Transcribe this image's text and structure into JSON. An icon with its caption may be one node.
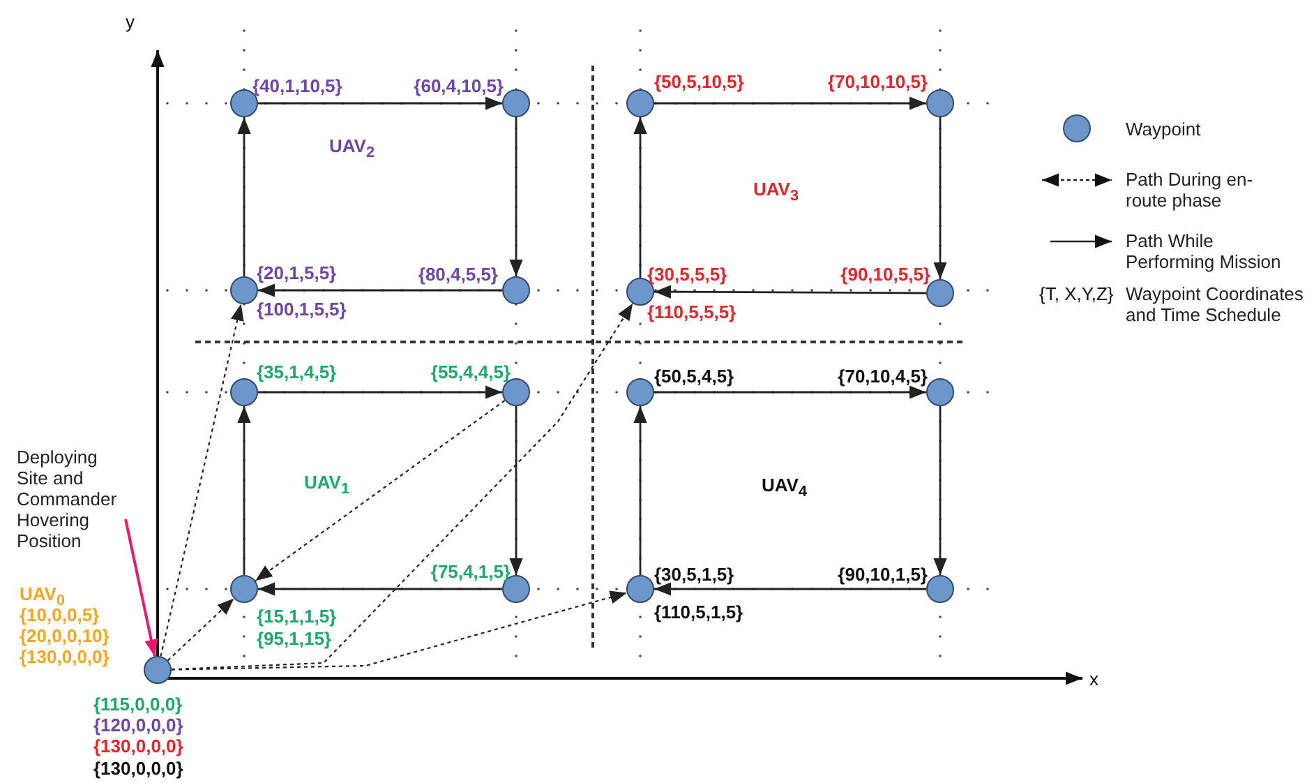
{
  "diagram": {
    "nodes": [
      {
        "text": [
          "Deploying Site and Commander Hovering Position"
        ]
      },
      {
        "text": [],
        "shape": "circle",
        "beside": [
          "UAV$_{0}$",
          "{10,0,0,5}",
          "{20,0,0,10}",
          "{130,0,0,0}",
          "{115,0,0,0}",
          "{120,0,0,0}",
          "{130,0,0,0}",
          "{130,0,0,0}"
        ]
      },
      {
        "text": [],
        "shape": "circle",
        "beside": [
          "{15,1,1,5}",
          "{95,1,15}"
        ]
      },
      {
        "text": [],
        "shape": "circle",
        "beside": [
          "{35,1,4,5}"
        ]
      },
      {
        "text": [],
        "shape": "circle",
        "beside": [
          "{55,4,4,5}"
        ]
      },
      {
        "text": [],
        "shape": "circle",
        "beside": [
          "{75,4,1,5}"
        ]
      },
      {
        "text": [],
        "shape": "circle",
        "beside": [
          "{20,1,5,5}",
          "{100,1,5,5}"
        ]
      },
      {
        "text": [],
        "shape": "circle",
        "beside": [
          "{40,1,10,5}"
        ]
      },
      {
        "text": [],
        "shape": "circle",
        "beside": [
          "{60,4,10,5}"
        ]
      },
      {
        "text": [],
        "shape": "circle",
        "beside": [
          "{80,4,5,5}"
        ]
      },
      {
        "text": [],
        "shape": "circle",
        "beside": [
          "{30,5,5,5}",
          "{110,5,5,5}"
        ]
      },
      {
        "text": [],
        "shape": "circle",
        "beside": [
          "{50,5,10,5}"
        ]
      },
      {
        "text": [],
        "shape": "circle",
        "beside": [
          "{70,10,10,5}"
        ]
      },
      {
        "text": [],
        "shape": "circle",
        "beside": [
          "{90,10,5,5}"
        ]
      },
      {
        "text": [],
        "shape": "circle",
        "beside": [
          "{30,5,1,5}",
          "{110,5,1,5}"
        ]
      },
      {
        "text": [],
        "shape": "circle",
        "beside": [
          "{50,5,4,5}"
        ]
      },
      {
        "text": [],
        "shape": "circle",
        "beside": [
          "{70,10,4,5}"
        ]
      },
      {
        "text": [],
        "shape": "circle",
        "beside": [
          "{90,10,1,5}"
        ]
      }
    ],
    "edges": [
      {
        "from": 0,
        "to": 1,
        "arrow": "to",
        "color": "#e8196f"
      },
      {
        "from": 1,
        "to": 6,
        "arrow": "to",
        "style": "dashed"
      },
      {
        "from": 1,
        "to": 2,
        "arrow": "to",
        "style": "dashed"
      },
      {
        "from": 1,
        "to": 10,
        "arrow": "to",
        "style": "dashed"
      },
      {
        "from": 4,
        "to": 2,
        "arrow": "to",
        "style": "dashed"
      },
      {
        "from": 1,
        "to": 14,
        "arrow": "to",
        "style": "dashed"
      },
      {
        "from": 2,
        "to": 3,
        "arrow": "to"
      },
      {
        "from": 3,
        "to": 4,
        "arrow": "to"
      },
      {
        "from": 4,
        "to": 5,
        "arrow": "to"
      },
      {
        "from": 5,
        "to": 2,
        "arrow": "to"
      },
      {
        "from": 6,
        "to": 7,
        "arrow": "to"
      },
      {
        "from": 7,
        "to": 8,
        "arrow": "to"
      },
      {
        "from": 8,
        "to": 9,
        "arrow": "to"
      },
      {
        "from": 9,
        "to": 6,
        "arrow": "to"
      },
      {
        "from": 10,
        "to": 11,
        "arrow": "to"
      },
      {
        "from": 11,
        "to": 12,
        "arrow": "to"
      },
      {
        "from": 12,
        "to": 13,
        "arrow": "to"
      },
      {
        "from": 13,
        "to": 10,
        "arrow": "to"
      },
      {
        "from": 14,
        "to": 15,
        "arrow": "to"
      },
      {
        "from": 15,
        "to": 16,
        "arrow": "to"
      },
      {
        "from": 16,
        "to": 17,
        "arrow": "to"
      },
      {
        "from": 17,
        "to": 14,
        "arrow": "to"
      }
    ],
    "labels": [
      "y",
      "UAV$_{2}$",
      "UAV$_{3}$",
      "{T, X,Y,Z}",
      "UAV$_{1}$",
      "UAV$_{4}$",
      "x"
    ],
    "legend": [
      {
        "text": "Waypoint"
      },
      {
        "text": "Path During en-route phase"
      },
      {
        "text": "Path While Performing Mission"
      },
      {
        "text": "Waypoint Coordinates and Time Schedule"
      }
    ]
  }
}
